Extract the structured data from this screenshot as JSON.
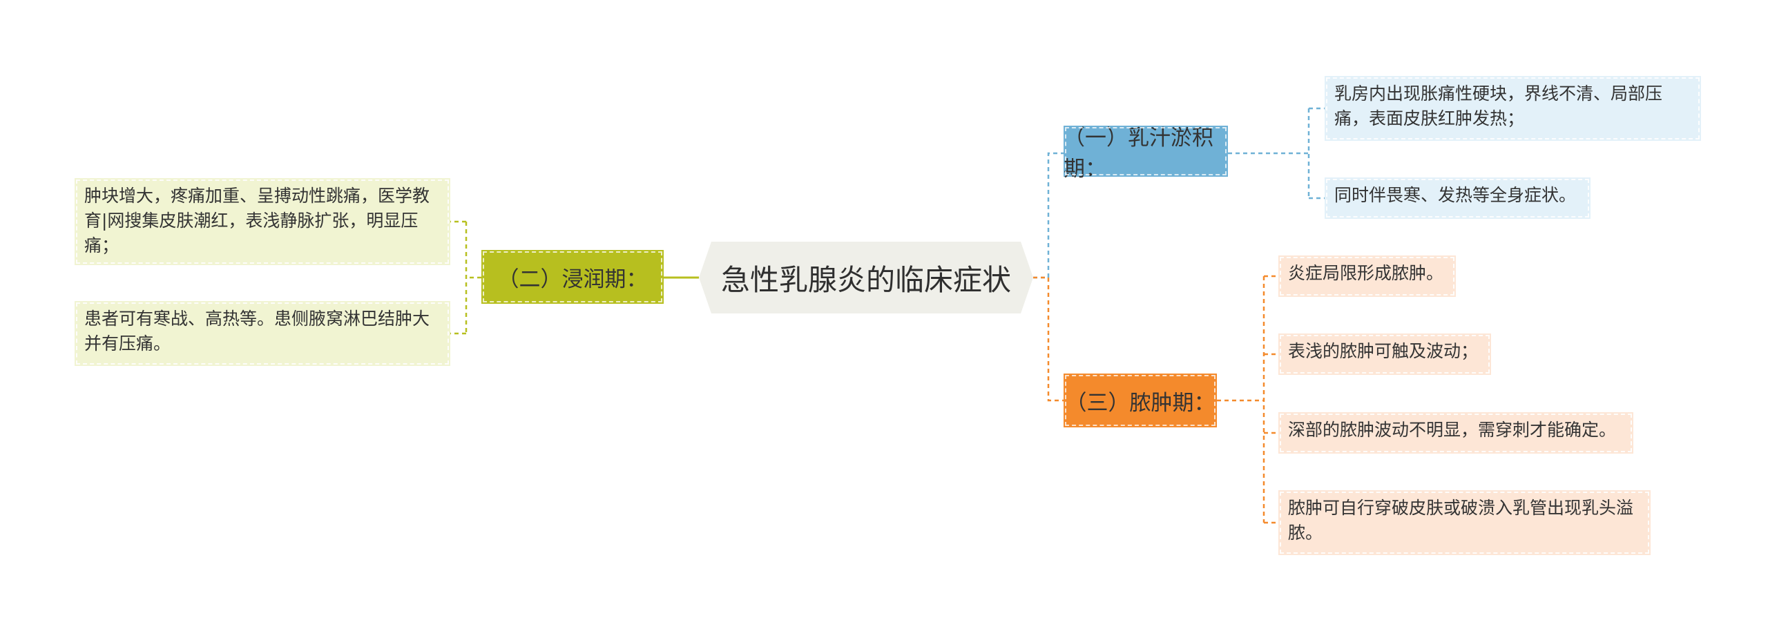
{
  "root": {
    "title": "急性乳腺炎的临床症状"
  },
  "branches": [
    {
      "label": "（一）乳汁淤积期：",
      "color": "#6fb1d6",
      "leaves": [
        "乳房内出现胀痛性硬块，界线不清、局部压痛，表面皮肤红肿发热；",
        "同时伴畏寒、发热等全身症状。"
      ]
    },
    {
      "label": "（二）浸润期：",
      "color": "#b7bf1f",
      "leaves": [
        "肿块增大，疼痛加重、呈搏动性跳痛，医学教育|网搜集皮肤潮红，表浅静脉扩张，明显压痛；",
        "患者可有寒战、高热等。患侧腋窝淋巴结肿大并有压痛。"
      ]
    },
    {
      "label": "（三）脓肿期：",
      "color": "#f48a2c",
      "leaves": [
        "炎症局限形成脓肿。",
        "表浅的脓肿可触及波动；",
        "深部的脓肿波动不明显，需穿刺才能确定。",
        "脓肿可自行穿破皮肤或破溃入乳管出现乳头溢脓。"
      ]
    }
  ]
}
